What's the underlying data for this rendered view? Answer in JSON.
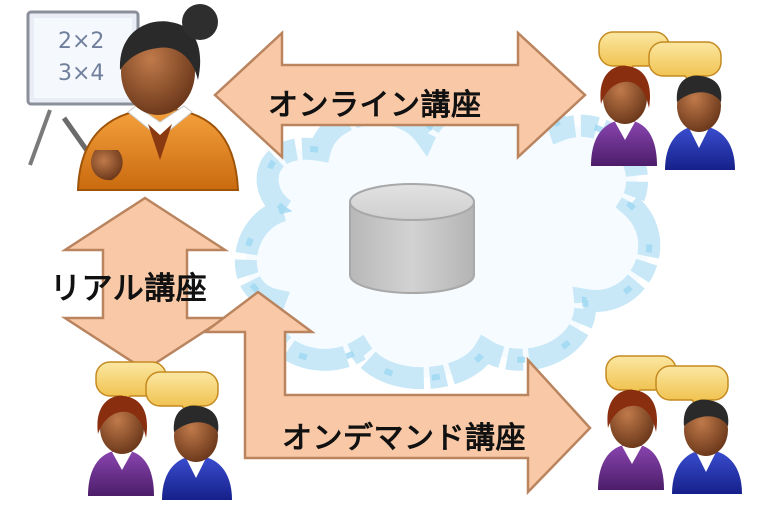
{
  "labels": {
    "online_course": "オンライン講座",
    "real_course": "リアル講座",
    "on_demand_course": "オンデマンド講座"
  },
  "whiteboard": {
    "line1": "2×2",
    "line2": "3×4"
  },
  "colors": {
    "arrow_fill": "#f9c9a7",
    "arrow_stroke": "#b9845e",
    "cloud": "#c8e8f8",
    "cloud_stroke": "#8fd0f0",
    "database": "#c4c4c4",
    "teacher_shirt": "#e88a1e",
    "student_female": "#6a2d8c",
    "student_male": "#2233a8",
    "speech_bubble": "#f3c848"
  },
  "icons": [
    "teacher-icon",
    "students-icon",
    "database-icon",
    "cloud-icon",
    "speech-bubble-icon"
  ]
}
